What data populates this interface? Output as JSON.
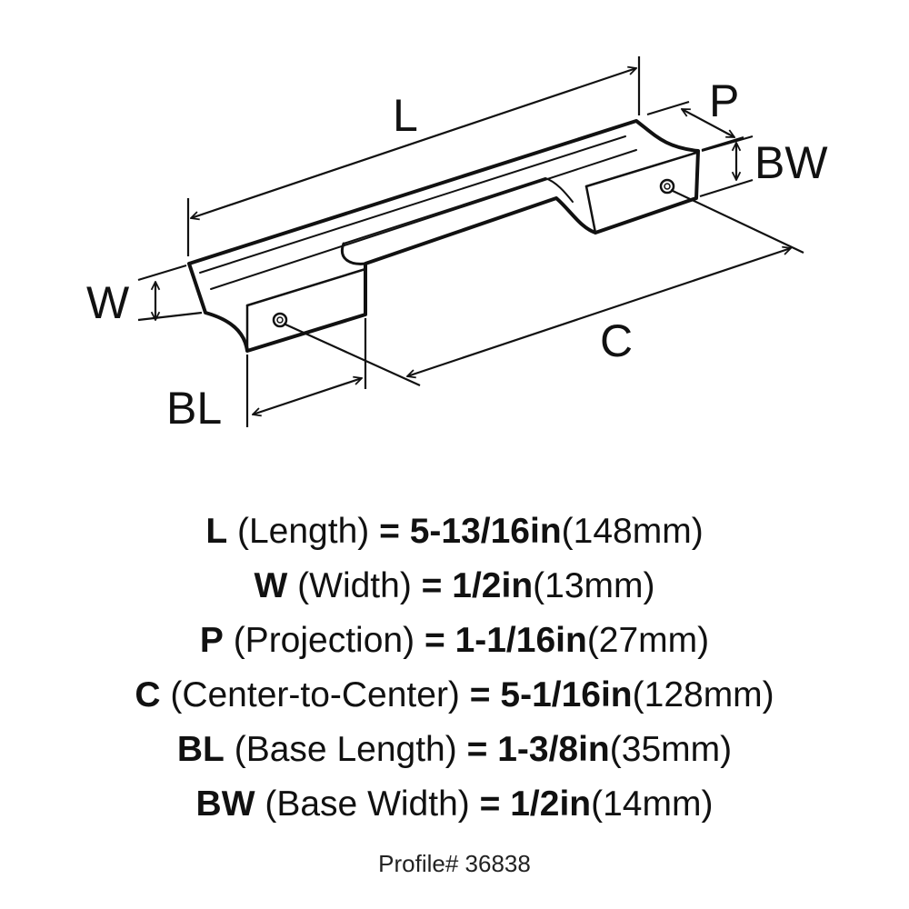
{
  "diagram": {
    "labels": {
      "L": "L",
      "P": "P",
      "BW": "BW",
      "W": "W",
      "C": "C",
      "BL": "BL"
    }
  },
  "specs": [
    {
      "symbol": "L",
      "name": "(Length)",
      "eq": "=",
      "imperial": "5-13/16in",
      "metric": "(148mm)"
    },
    {
      "symbol": "W",
      "name": "(Width)",
      "eq": "=",
      "imperial": "1/2in",
      "metric": "(13mm)"
    },
    {
      "symbol": "P",
      "name": "(Projection)",
      "eq": "=",
      "imperial": "1-1/16in",
      "metric": "(27mm)"
    },
    {
      "symbol": "C",
      "name": "(Center-to-Center)",
      "eq": "=",
      "imperial": "5-1/16in",
      "metric": "(128mm)"
    },
    {
      "symbol": "BL",
      "name": "(Base Length)",
      "eq": "=",
      "imperial": "1-3/8in",
      "metric": "(35mm)"
    },
    {
      "symbol": "BW",
      "name": "(Base Width)",
      "eq": "=",
      "imperial": "1/2in",
      "metric": "(14mm)"
    }
  ],
  "profile": "Profile# 36838"
}
